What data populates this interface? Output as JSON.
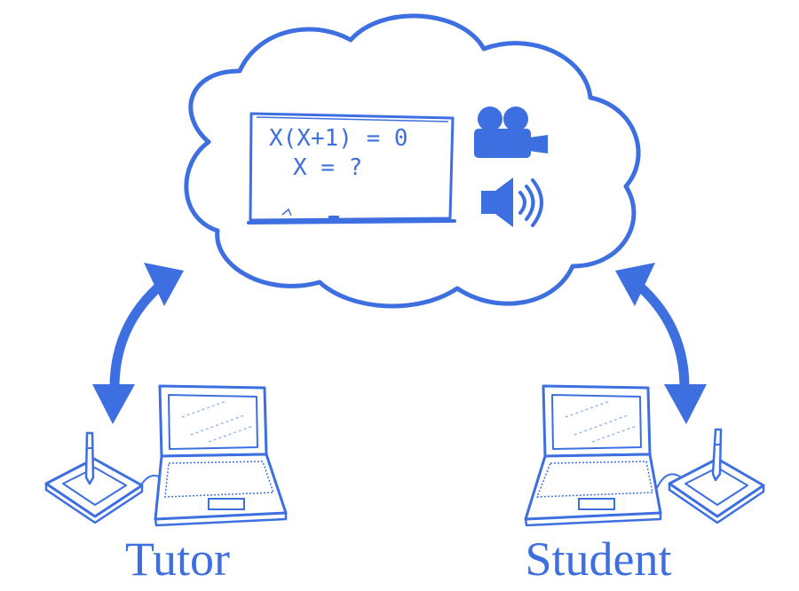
{
  "accent_color": "#3d6fe0",
  "background_color": "#ffffff",
  "whiteboard": {
    "line1": "X(X+1) = 0",
    "line2": "X = ?"
  },
  "icons": {
    "camera": "video-camera-icon",
    "speaker": "speaker-icon",
    "tutor_laptop": "laptop-icon",
    "tutor_tablet": "pen-tablet-icon",
    "student_laptop": "laptop-icon",
    "student_tablet": "pen-tablet-icon"
  },
  "labels": {
    "tutor": "Tutor",
    "student": "Student"
  }
}
